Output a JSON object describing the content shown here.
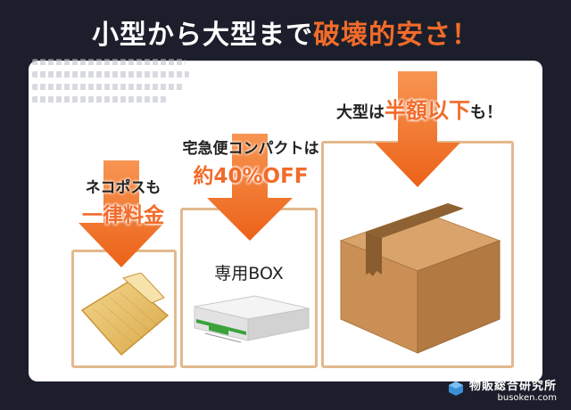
{
  "headline": {
    "prefix": "小型から大型まで",
    "highlight": "破壊的安さ！"
  },
  "tiers": [
    {
      "line1": "ネコポスも",
      "line2": "一律料金",
      "item_icon": "padded-envelope"
    },
    {
      "line1": "宅急便コンパクトは",
      "line2": "約40%OFF",
      "box_label": "専用BOX",
      "item_icon": "white-compact-box"
    },
    {
      "line1_prefix": "大型は",
      "line1_highlight": "半額以下",
      "line1_suffix": "も！",
      "item_icon": "cardboard-box"
    }
  ],
  "branding": {
    "name": "物販総合研究所",
    "url": "busoken.com",
    "icon": "busoken-logo-icon"
  },
  "colors": {
    "background": "#1c1f2b",
    "accent": "#f26b2a",
    "frame": "#e2b98d",
    "panel": "#ffffff"
  }
}
